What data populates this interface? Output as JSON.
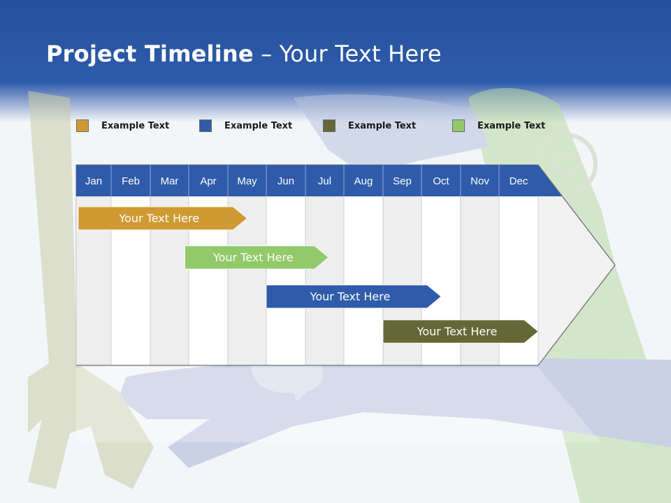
{
  "title": {
    "bold": "Project Timeline",
    "light": " – Your Text Here"
  },
  "legend": [
    {
      "label": "Example Text",
      "color": "#d09a33"
    },
    {
      "label": "Example Text",
      "color": "#2f5baa"
    },
    {
      "label": "Example Text",
      "color": "#636836"
    },
    {
      "label": "Example Text",
      "color": "#92c96a"
    }
  ],
  "months": [
    "Jan",
    "Feb",
    "Mar",
    "Apr",
    "May",
    "Jun",
    "Jul",
    "Aug",
    "Sep",
    "Oct",
    "Nov",
    "Dec"
  ],
  "colors": {
    "header_band": "#2e5cab",
    "month_band": "#2f5baa",
    "col_shade": "#eeeeee",
    "col_light": "#ffffff"
  },
  "tasks": [
    {
      "label": "Your  Text Here",
      "start_month": 1.0,
      "end_month": 4.5,
      "color": "#d09a33"
    },
    {
      "label": "Your  Text Here",
      "start_month": 3.9,
      "end_month": 6.6,
      "color": "#92c96a"
    },
    {
      "label": "Your  Text Here",
      "start_month": 6.0,
      "end_month": 9.5,
      "color": "#2f5baa"
    },
    {
      "label": "Your  Text Here",
      "start_month": 9.0,
      "end_month": 12.0,
      "color": "#636836"
    }
  ]
}
